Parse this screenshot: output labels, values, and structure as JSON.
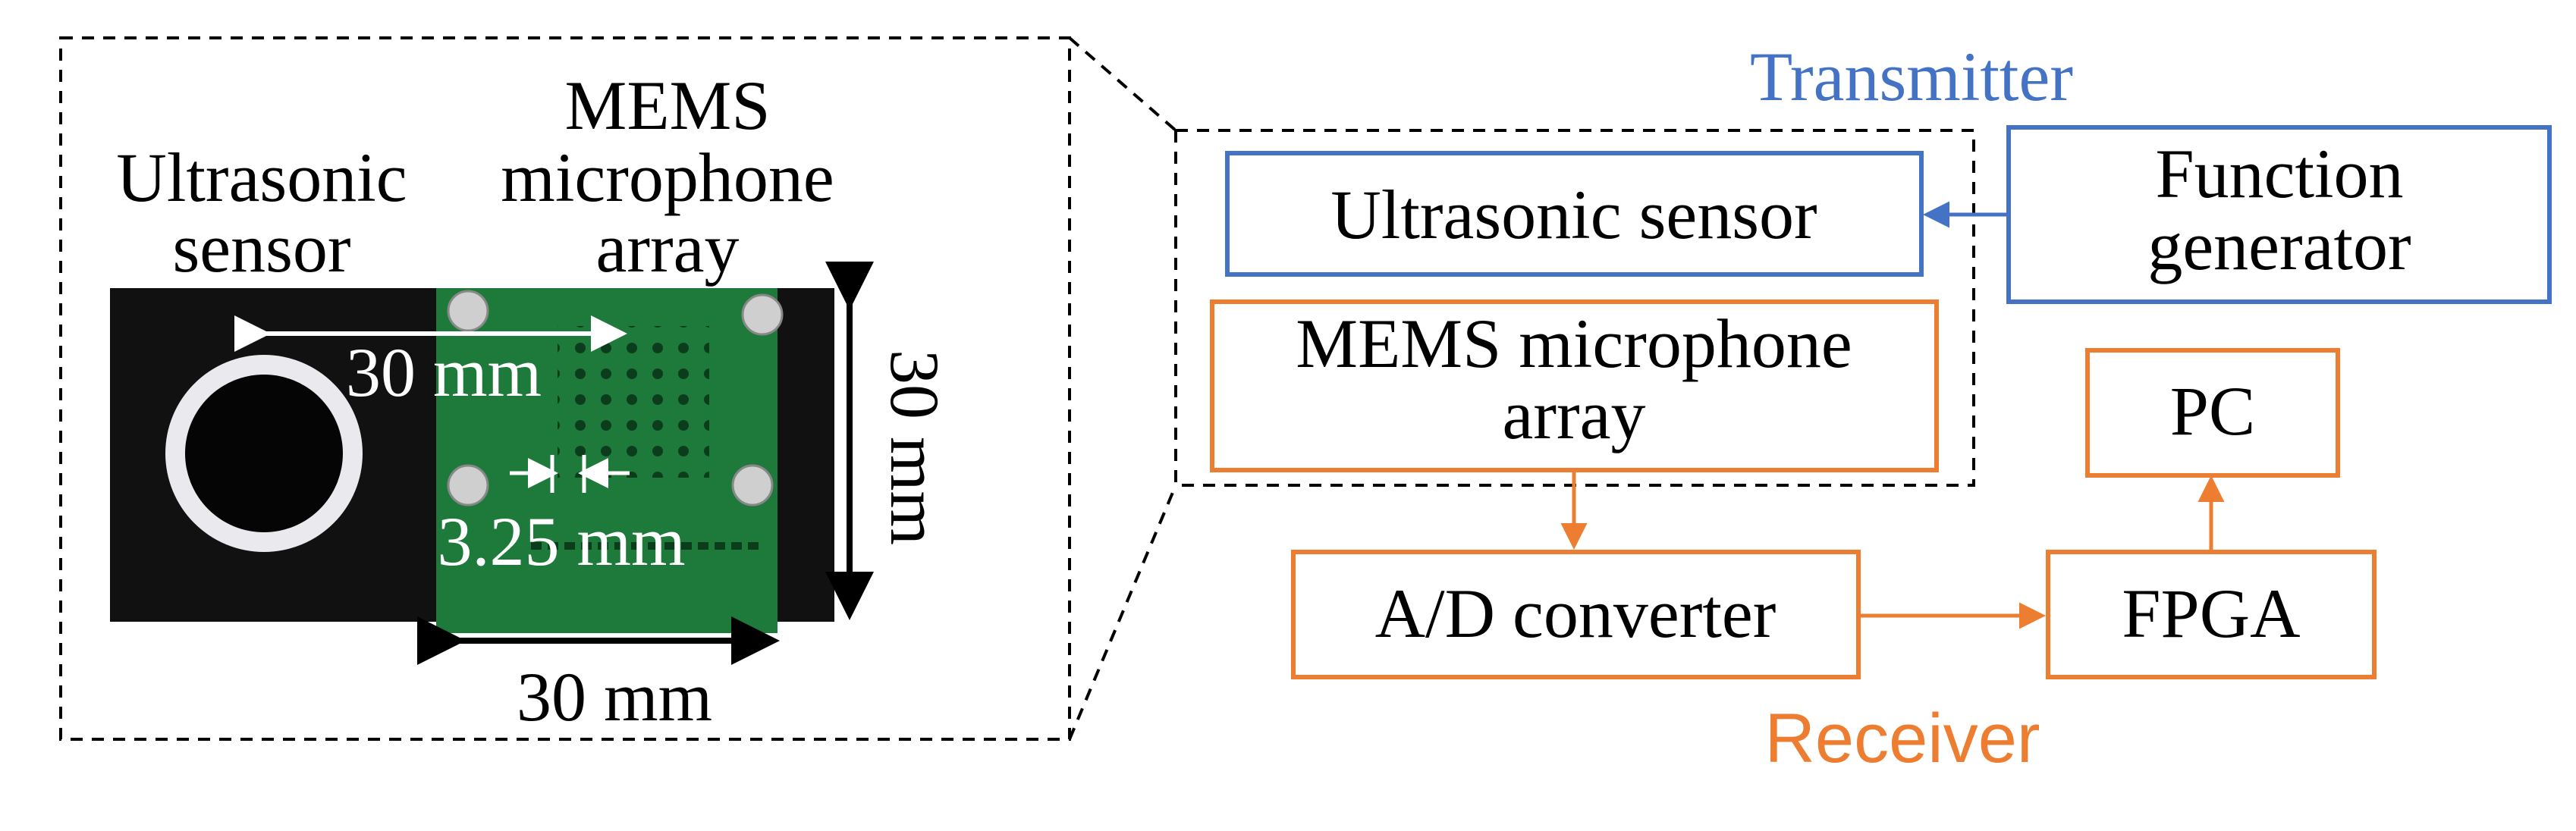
{
  "photo": {
    "labels": {
      "mems_title": "MEMS",
      "ultrasonic_line1": "Ultrasonic",
      "ultrasonic_line2": "sensor",
      "mems_line1": "microphone",
      "mems_line2": "array"
    },
    "dimensions": {
      "width_top": "30 mm",
      "width_bottom": "30 mm",
      "height_right": "30 mm",
      "pitch": "3.25 mm"
    }
  },
  "block_diagram": {
    "transmitter_label": "Transmitter",
    "receiver_label": "Receiver",
    "ultrasonic_sensor": "Ultrasonic sensor",
    "function_generator_line1": "Function",
    "function_generator_line2": "generator",
    "mems_line1": "MEMS microphone",
    "mems_line2": "array",
    "ad_converter": "A/D converter",
    "fpga": "FPGA",
    "pc": "PC"
  },
  "colors": {
    "transmitter": "#4472C4",
    "receiver": "#ED7D31",
    "pcb_green": "#1e7a3a",
    "housing_black": "#111111"
  }
}
